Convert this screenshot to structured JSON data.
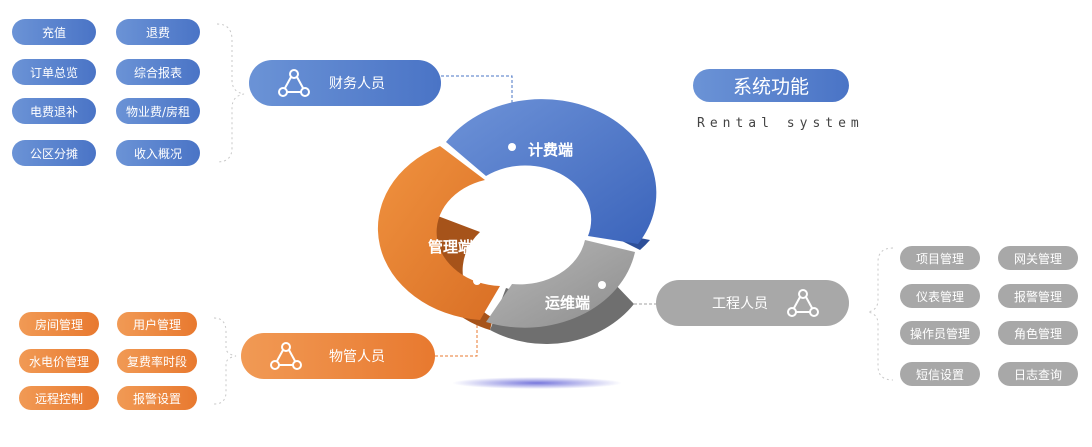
{
  "title": "系统功能",
  "subtitle": "Rental system",
  "roles": {
    "finance": "财务人员",
    "property": "物管人员",
    "engineering": "工程人员"
  },
  "segments": {
    "billing": "计费端",
    "management": "管理端",
    "operations": "运维端"
  },
  "finance_items": [
    "充值",
    "退费",
    "订单总览",
    "综合报表",
    "电费退补",
    "物业费/房租",
    "公区分摊",
    "收入概况"
  ],
  "property_items": [
    "房间管理",
    "用户管理",
    "水电价管理",
    "复费率时段",
    "远程控制",
    "报警设置"
  ],
  "engineering_items": [
    "项目管理",
    "网关管理",
    "仪表管理",
    "报警管理",
    "操作员管理",
    "角色管理",
    "短信设置",
    "日志查询"
  ],
  "colors": {
    "blue": "#4a74c6",
    "orange": "#e8792f",
    "gray": "#a8a8a8"
  },
  "icons": {
    "role_icon": "people-network-icon"
  }
}
